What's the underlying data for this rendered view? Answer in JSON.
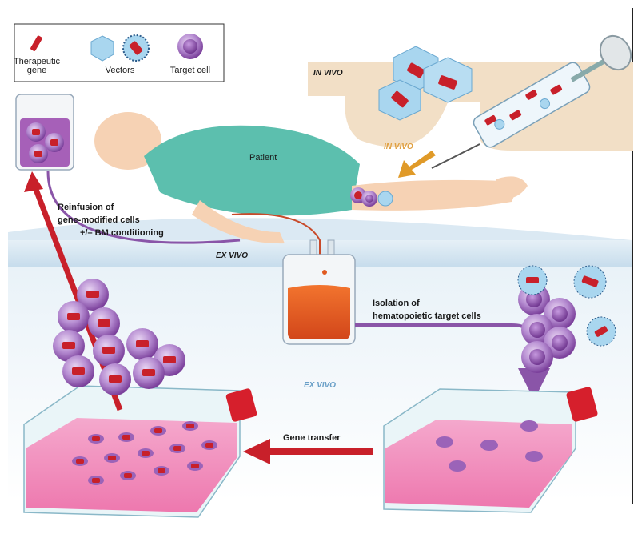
{
  "legend": {
    "therapeutic_gene_line1": "Therapeutic",
    "therapeutic_gene_line2": "gene",
    "vectors": "Vectors",
    "target_cell": "Target cell"
  },
  "zones": {
    "in_vivo_panel": "IN VIVO",
    "in_vivo_arrow": "IN VIVO",
    "ex_vivo_band": "EX VIVO",
    "ex_vivo_lower": "EX VIVO"
  },
  "labels": {
    "patient": "Patient",
    "reinfusion_line1": "Reinfusion of",
    "reinfusion_line2": "gene-modified cells",
    "reinfusion_line3": "+/– BM conditioning",
    "isolation_line1": "Isolation of",
    "isolation_line2": "hematopoietic target cells",
    "gene_transfer": "Gene transfer"
  },
  "colors": {
    "gene_red": "#c8202a",
    "vector_blue": "#a9d6ef",
    "cell_purple": "#9b63b8",
    "in_vivo_panel": "#f2dfc6",
    "in_vivo_text": "#e0a040",
    "ex_vivo_band": "#cfe3f0",
    "ex_vivo_text": "#6aa0c8",
    "process_arrow": "#c8202a",
    "flow_arrow": "#8a55a8",
    "blood_bag": "#e05a20",
    "flask_media": "#f07ab0",
    "patient_skin": "#f6d2b4",
    "gown": "#5cbfae"
  }
}
